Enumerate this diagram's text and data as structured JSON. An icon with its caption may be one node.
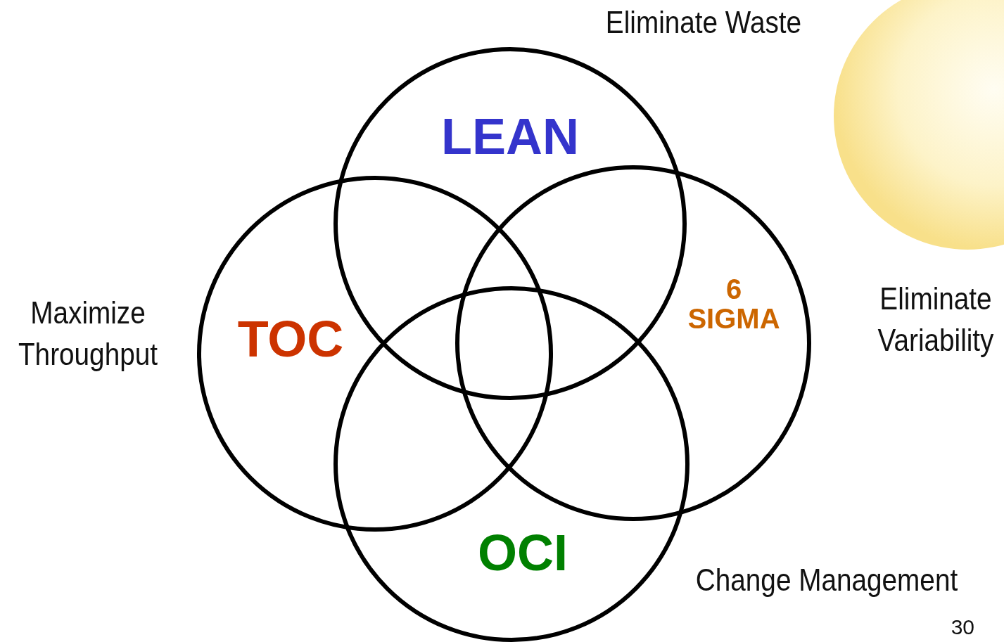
{
  "diagram": {
    "nodes": [
      {
        "text": [
          "LEAN"
        ],
        "beside": [
          "Eliminate Waste"
        ]
      },
      {
        "text": [
          "TOC"
        ],
        "beside": [
          "Maximize Throughput"
        ]
      },
      {
        "text": [
          "6 SIGMA"
        ],
        "beside": [
          "Eliminate Variability"
        ]
      },
      {
        "text": [
          "OCI"
        ],
        "beside": [
          "Change Management"
        ]
      }
    ],
    "edges": [],
    "labels": [
      "30"
    ]
  }
}
